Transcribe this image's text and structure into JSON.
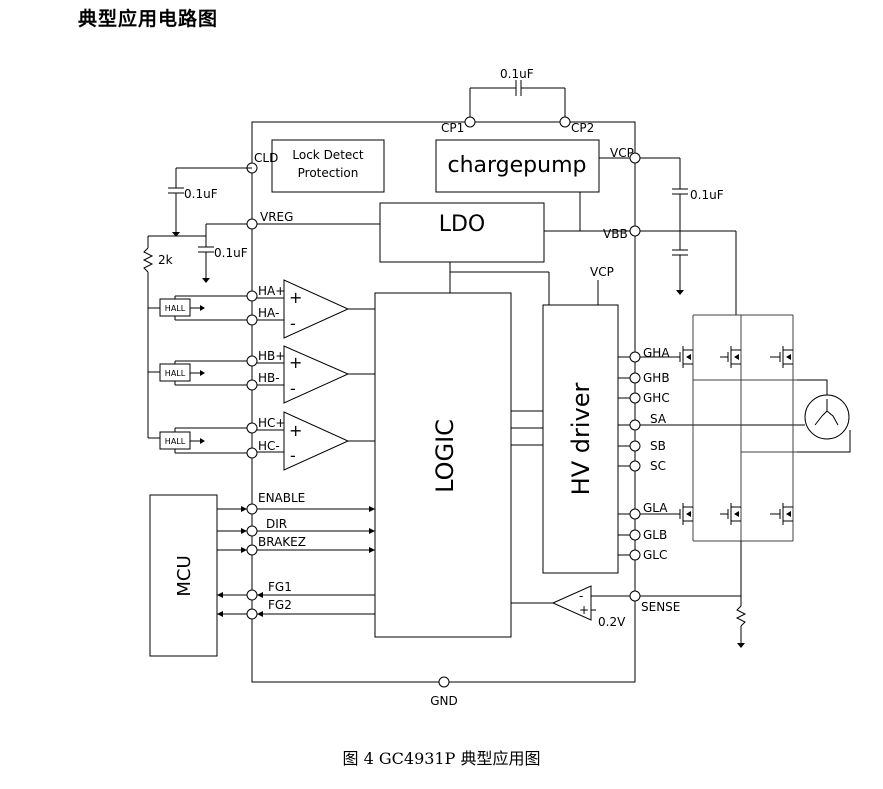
{
  "heading": "典型应用电路图",
  "caption": "图 4 GC4931P 典型应用图",
  "blocks": {
    "lock_detect": [
      "Lock Detect",
      "Protection"
    ],
    "chargepump": "chargepump",
    "ldo": "LDO",
    "logic": "LOGIC",
    "hv_driver": "HV driver",
    "mcu": "MCU",
    "hall": "HALL"
  },
  "pins": {
    "cp1": "CP1",
    "cp2": "CP2",
    "cld": "CLD",
    "vcp": "VCP",
    "vreg": "VREG",
    "vbb": "VBB",
    "ha_plus": "HA+",
    "ha_minus": "HA-",
    "hb_plus": "HB+",
    "hb_minus": "HB-",
    "hc_plus": "HC+",
    "hc_minus": "HC-",
    "enable": "ENABLE",
    "dir": "DIR",
    "brakez": "BRAKEZ",
    "fg1": "FG1",
    "fg2": "FG2",
    "gha": "GHA",
    "ghb": "GHB",
    "ghc": "GHC",
    "sa": "SA",
    "sb": "SB",
    "sc": "SC",
    "gla": "GLA",
    "glb": "GLB",
    "glc": "GLC",
    "sense": "SENSE",
    "gnd": "GND",
    "vcp_internal": "VCP"
  },
  "components": {
    "cap_cp": "0.1uF",
    "cap_cld": "0.1uF",
    "cap_vreg": "0.1uF",
    "cap_vbb": "0.1uF",
    "res_2k": "2k",
    "ref_voltage": "0.2V",
    "plus": "+",
    "minus": "-"
  }
}
